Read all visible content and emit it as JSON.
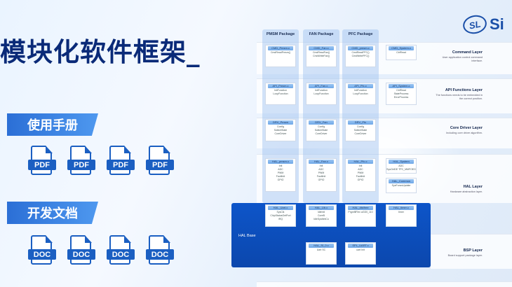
{
  "title": "模块化软件框架_",
  "logo": {
    "mark": "SL",
    "text": "Si"
  },
  "sections": {
    "manual": "使用手册",
    "docs": "开发文档"
  },
  "icons": {
    "pdf": [
      "PDF",
      "PDF",
      "PDF",
      "PDF"
    ],
    "doc": [
      "DOC",
      "DOC",
      "DOC",
      "DOC"
    ]
  },
  "diagram": {
    "packages": [
      "PMSM Package",
      "FAN Package",
      "PFC Package"
    ],
    "layers": {
      "command": {
        "name": "Command Layer",
        "desc": "User application control command interface."
      },
      "api": {
        "name": "API Functions Layer",
        "desc": "The functions needs to be embedded in the correct position."
      },
      "core": {
        "name": "Core Driver Layer",
        "desc": "Including core driver algorithm."
      },
      "hal": {
        "name": "HAL Layer",
        "desc": "Hardware abstraction layer."
      },
      "bsp": {
        "name": "BSP Layer",
        "desc": "Board support package layer."
      }
    },
    "hal_base_label": "HAL Base",
    "boxes": {
      "cmd_pmsm": {
        "head": "CMD_Pmsm.c",
        "lines": [
          "CmdReadPmsm()"
        ]
      },
      "cmd_fan": {
        "head": "CMD_Fan.c",
        "lines": [
          "CmdReadFan()",
          "CmdWriteFan()"
        ]
      },
      "cmd_pfc": {
        "head": "CMD_pmsm.c",
        "lines": [
          "CmdReadPFC()",
          "CmdWritePFC()"
        ]
      },
      "cmd_system": {
        "head": "CMD_System.c",
        "lines": [
          "CtrlRead"
        ]
      },
      "api_pmsm": {
        "head": "API_Pmsm.c",
        "lines": [
          "InitFunction",
          "LoopFunction"
        ]
      },
      "api_fan": {
        "head": "API_Fan.c",
        "lines": [
          "InitFunction",
          "LoopFunction"
        ]
      },
      "api_pfc": {
        "head": "API_Pfc.c",
        "lines": [
          "InitFunction",
          "LoopFunction"
        ]
      },
      "api_system": {
        "head": "API_System.c",
        "lines": [
          "CtrlRead",
          "StateProcess",
          "ErrorProcess"
        ]
      },
      "drv_pmsm": {
        "head": "DRV_Pmsm",
        "lines": [
          "Config",
          "SwitchState",
          "CoreDriver"
        ]
      },
      "drv_fan": {
        "head": "DRV_Fan",
        "lines": [
          "Config",
          "SwitchState",
          "CoreDriver"
        ]
      },
      "drv_pfc": {
        "head": "DRV_Pfc",
        "lines": [
          "Config",
          "SwitchState",
          "CoreDriver"
        ]
      },
      "hal_pmsm": {
        "head": "HAL_pmsm.c",
        "lines": [
          "Init",
          "ADC",
          "PWM",
          "FaultInit",
          "GPIO"
        ]
      },
      "hal_fan": {
        "head": "HAL_Fan.c",
        "lines": [
          "Init",
          "ADC",
          "PWM",
          "FaultInit",
          "GPIO"
        ]
      },
      "hal_pfc": {
        "head": "HAL_Pfc.c",
        "lines": [
          "Init",
          "ADC",
          "PWM",
          "FaultInit",
          "GPIO"
        ]
      },
      "hal_system": {
        "head": "HAL_System",
        "lines": [
          "ADC",
          "SysCtrlDE TPC_MMFOEG"
        ]
      },
      "hal_common": {
        "head": "HAL_Common",
        "lines": [
          "SysFuncsUpdate"
        ]
      },
      "base_1": {
        "head": "HAL_Uart.c",
        "lines": [
          "SysClk",
          "ChipStatusGetPort",
          "IRQ"
        ]
      },
      "base_2": {
        "head": "HAL_Lib.c",
        "lines": [
          "IdleInit",
          "CoreB",
          "IdleSysMntCo"
        ]
      },
      "base_3": {
        "head": "HAL_distfree",
        "lines": [
          "PrgmfilFlex aGD0_110"
        ]
      },
      "base_4": {
        "head": "HAL_timer.c",
        "lines": [
          "timer"
        ]
      },
      "bsp_1": {
        "head": "HAL_SI_0.c",
        "lines": [
          "Uart SC"
        ]
      },
      "bsp_2": {
        "head": "SPL_UART.c",
        "lines": [
          "uart Init"
        ]
      }
    }
  }
}
